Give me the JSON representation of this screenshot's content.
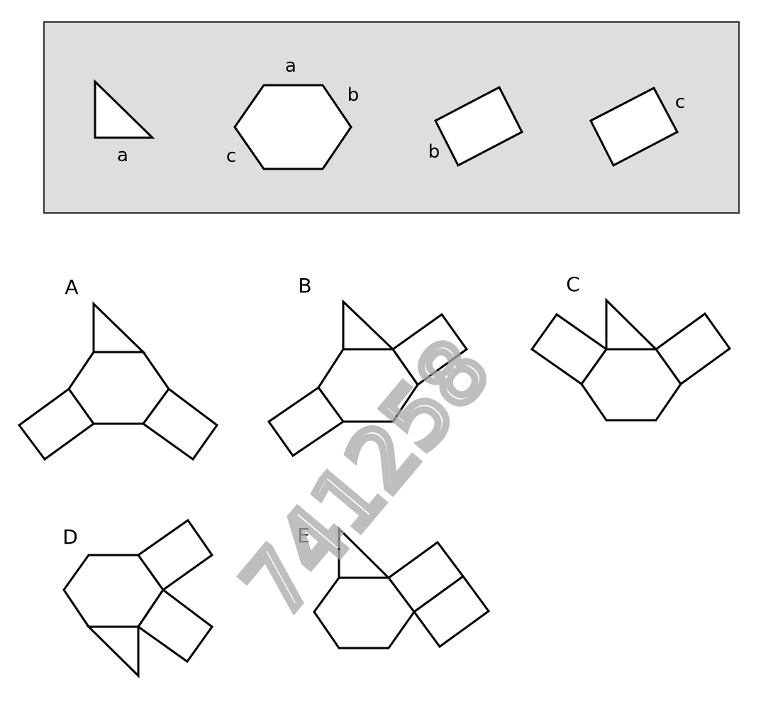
{
  "reference": {
    "triangle_edge": "a",
    "hexagon_edges": [
      "a",
      "b",
      "c"
    ],
    "rect1_edge": "b",
    "rect2_edge": "c"
  },
  "options": [
    "A",
    "B",
    "C",
    "D",
    "E"
  ],
  "watermark": "741258"
}
